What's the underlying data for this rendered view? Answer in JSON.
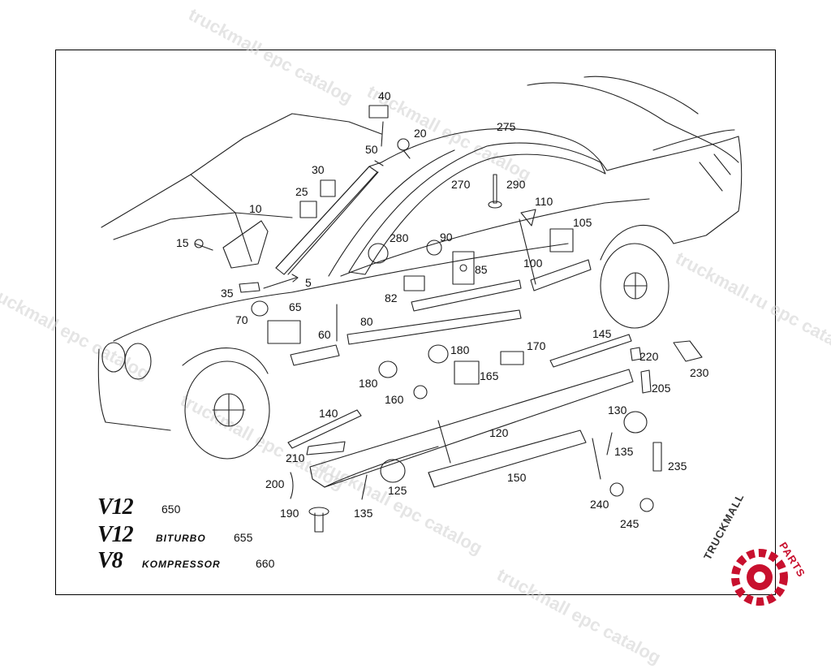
{
  "watermark": "truckmall epc catalog",
  "watermark_alt": "truckmall.ru epc catalog",
  "logo": {
    "part1": "TRUCKMALL",
    "part2": "PARTS",
    "color_primary": "#c8102e",
    "color_secondary": "#333333"
  },
  "engine_badges": [
    {
      "badge": "V12",
      "sub": "",
      "part": "650"
    },
    {
      "badge": "V12",
      "sub": "BITURBO",
      "part": "655"
    },
    {
      "badge": "V8",
      "sub": "KOMPRESSOR",
      "part": "660"
    }
  ],
  "callouts": [
    "5",
    "10",
    "15",
    "20",
    "25",
    "30",
    "35",
    "40",
    "50",
    "60",
    "65",
    "70",
    "80",
    "82",
    "85",
    "90",
    "100",
    "105",
    "110",
    "120",
    "125",
    "130",
    "135",
    "135",
    "140",
    "145",
    "150",
    "160",
    "165",
    "170",
    "180",
    "180",
    "190",
    "200",
    "205",
    "210",
    "220",
    "230",
    "235",
    "240",
    "245",
    "270",
    "275",
    "280",
    "290"
  ]
}
